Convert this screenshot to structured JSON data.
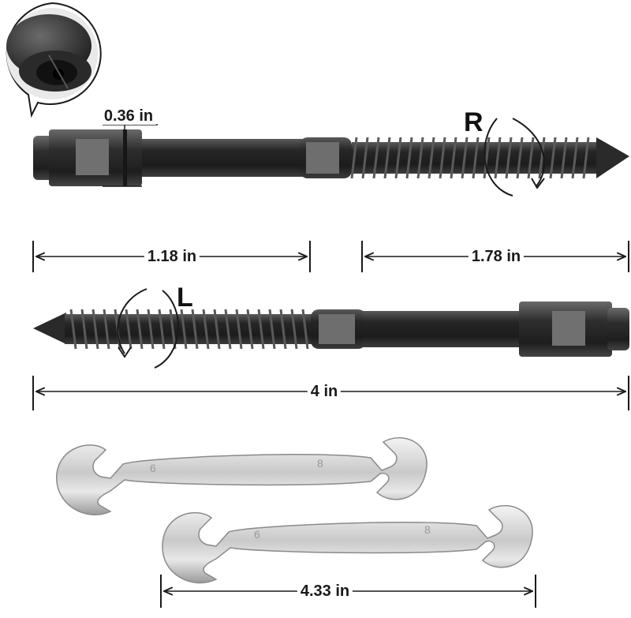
{
  "dimensions": {
    "sleeve_width": "0.36 in",
    "sleeve_length": "1.18 in",
    "thread_length": "1.78 in",
    "total_length": "4 in",
    "wrench_length": "4.33 in"
  },
  "rotation": {
    "right": "R",
    "left": "L"
  },
  "wrenches": [
    {
      "size_a": "6",
      "size_b": "8"
    },
    {
      "size_a": "6",
      "size_b": "8"
    }
  ],
  "colors": {
    "metal_dark": "#2b2b2b",
    "metal_mid": "#4a4a4a",
    "flat_gray": "#6e6e6e",
    "chrome": "#d8d8d8",
    "line": "#1a1a1a"
  }
}
